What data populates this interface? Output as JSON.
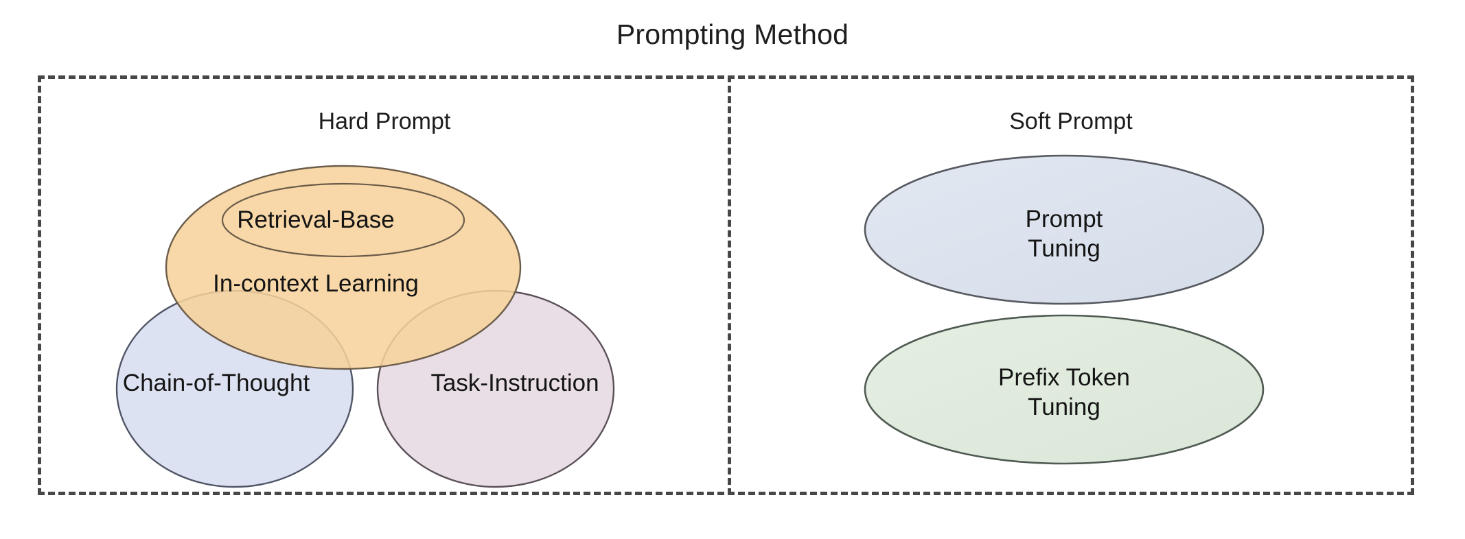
{
  "title": "Prompting Method",
  "panels": {
    "hard": {
      "title": "Hard Prompt",
      "venn": {
        "inner_ellipse_label": "Retrieval-Base",
        "orange_label": "In-context Learning",
        "blue_label": "Chain-of-Thought",
        "pink_label": "Task-Instruction"
      }
    },
    "soft": {
      "title": "Soft Prompt",
      "nodes": [
        {
          "label": "Prompt\nTuning",
          "fill": "#dce3ee",
          "stroke": "#56595f"
        },
        {
          "label": "Prefix Token\nTuning",
          "fill": "#dfe9dd",
          "stroke": "#4f5a52"
        }
      ]
    }
  },
  "colors": {
    "background": "#ffffff",
    "dashed_border": "#474747",
    "orange_fill": "#f7d29a",
    "orange_stroke": "#6b5c4a",
    "blue_fill": "#d8def0",
    "blue_stroke": "#4f5566",
    "pink_fill": "#e6dae2",
    "pink_stroke": "#5a5058",
    "text": "#141414"
  }
}
